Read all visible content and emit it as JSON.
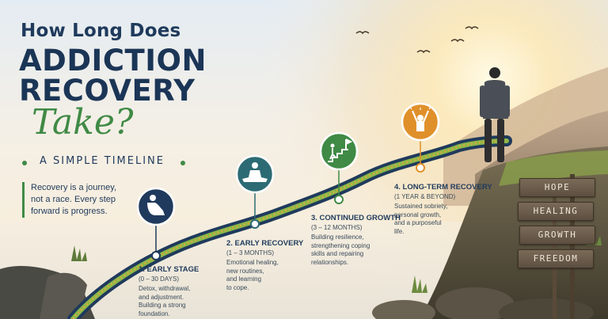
{
  "headline": {
    "line1": "How Long Does",
    "line2": "ADDICTION",
    "line3": "RECOVERY",
    "line4": "Take?"
  },
  "subtitle": "A SIMPLE TIMELINE",
  "quote": {
    "lines": [
      "Recovery is a journey,",
      "not a race. Every step",
      "forward is progress."
    ]
  },
  "stages": [
    {
      "title": "1. EARLY STAGE",
      "duration": "(0 – 30 DAYS)",
      "desc": [
        "Detox, withdrawal,",
        "and adjustment.",
        "Building a strong",
        "foundation."
      ],
      "icon": "person-hugging-knees-icon",
      "color": "#1f3a5c"
    },
    {
      "title": "2. EARLY RECOVERY",
      "duration": "(1 – 3 MONTHS)",
      "desc": [
        "Emotional healing,",
        "new routines,",
        "and learning",
        "to cope."
      ],
      "icon": "meditation-icon",
      "color": "#2d6b74"
    },
    {
      "title": "3. CONTINUED GROWTH",
      "duration": "(3 – 12 MONTHS)",
      "desc": [
        "Building resilience,",
        "strengthening coping",
        "skills and repairing",
        "relationships."
      ],
      "icon": "climbing-stairs-flag-icon",
      "color": "#3f8a45"
    },
    {
      "title": "4. LONG-TERM RECOVERY",
      "duration": "(1 YEAR & BEYOND)",
      "desc": [
        "Sustained sobriety,",
        "personal growth,",
        "and a purposeful",
        "life."
      ],
      "icon": "celebrating-person-icon",
      "color": "#e0902a"
    }
  ],
  "signs": [
    "HOPE",
    "HEALING",
    "GROWTH",
    "FREEDOM"
  ],
  "colors": {
    "navy": "#1b3556",
    "green": "#3f8a45",
    "orange": "#e0902a",
    "teal": "#2d6b74"
  }
}
